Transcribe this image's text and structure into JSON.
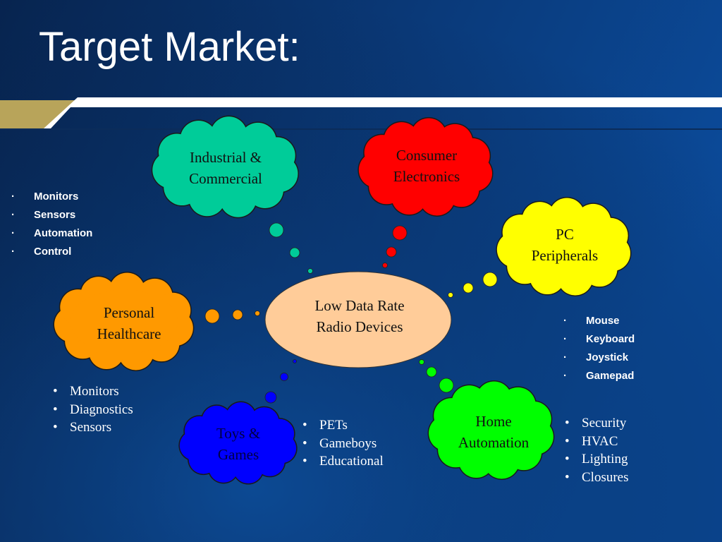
{
  "title": "Target Market:",
  "center": {
    "line1": "Low Data Rate",
    "line2": "Radio Devices",
    "color": "#ffcc99"
  },
  "bubbles": [
    {
      "id": "industrial",
      "line1": "Industrial &",
      "line2": "Commercial",
      "color": "#00cc99"
    },
    {
      "id": "consumer",
      "line1": "Consumer",
      "line2": "Electronics",
      "color": "#ff0000"
    },
    {
      "id": "pc",
      "line1": "PC",
      "line2": "Peripherals",
      "color": "#ffff00"
    },
    {
      "id": "healthcare",
      "line1": "Personal",
      "line2": "Healthcare",
      "color": "#ff9900"
    },
    {
      "id": "toys",
      "line1": "Toys &",
      "line2": "Games",
      "color": "#0000ff"
    },
    {
      "id": "home",
      "line1": "Home",
      "line2": "Automation",
      "color": "#00ff00"
    }
  ],
  "lists": {
    "industrial": [
      "Monitors",
      "Sensors",
      "Automation",
      "Control"
    ],
    "pc": [
      "Mouse",
      "Keyboard",
      "Joystick",
      "Gamepad"
    ],
    "healthcare": [
      "Monitors",
      "Diagnostics",
      "Sensors"
    ],
    "toys": [
      "PETs",
      "Gameboys",
      "Educational"
    ],
    "home": [
      "Security",
      "HVAC",
      "Lighting",
      "Closures"
    ]
  }
}
